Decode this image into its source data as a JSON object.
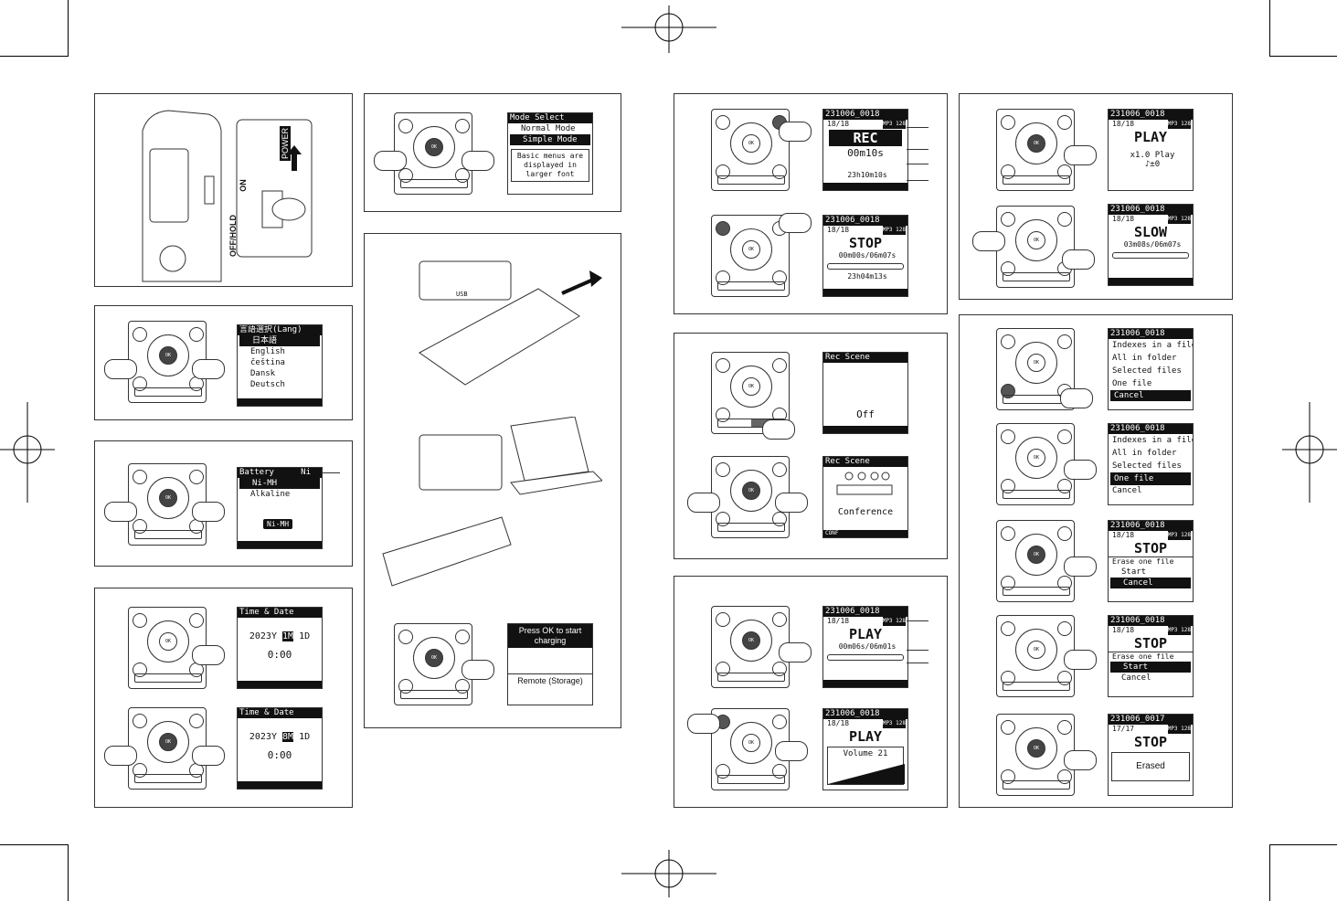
{
  "p_select": {
    "header": "Mode Select",
    "items": [
      "Normal Mode",
      "Simple Mode"
    ],
    "note": "Basic menus are displayed in larger font"
  },
  "p_lang": {
    "header": "言語選択(Lang)",
    "items": [
      "日本語",
      "English",
      "čeština",
      "Dansk",
      "Deutsch"
    ]
  },
  "p_battery": {
    "header": "Battery",
    "items": [
      "Ni-MH",
      "Alkaline"
    ],
    "badge": "Ni-MH",
    "tag": "Ni"
  },
  "p_time1": {
    "header": "Time & Date",
    "year": "2023Y",
    "month": "1M",
    "day": "1D",
    "time": "0:00"
  },
  "p_time2": {
    "header": "Time & Date",
    "year": "2023Y",
    "month": "8M",
    "day": "1D",
    "time": "0:00"
  },
  "power": {
    "power": "POWER",
    "on": "ON",
    "off_hold": "OFF/HOLD"
  },
  "usb": {
    "label": "USB",
    "charge": "Press OK to start charging",
    "remote": "Remote (Storage)"
  },
  "p_rec": {
    "file": "231006_0018",
    "count": "18/18",
    "fmt": "MP3 128",
    "status": "REC",
    "elapsed": "00m10s",
    "remain": "23h10m10s"
  },
  "p_stop": {
    "file": "231006_0018",
    "count": "18/18",
    "fmt": "MP3 128",
    "status": "STOP",
    "elapsed": "00m00s/06m07s",
    "remain": "23h04m13s"
  },
  "p_scene1": {
    "header": "Rec Scene",
    "value": "Off"
  },
  "p_scene2": {
    "header": "Rec Scene",
    "value": "Conference",
    "tag": "CONF"
  },
  "p_play1": {
    "file": "231006_0018",
    "count": "18/18",
    "fmt": "MP3 128",
    "status": "PLAY",
    "elapsed": "00m06s/06m01s"
  },
  "p_play2": {
    "file": "231006_0018",
    "count": "18/18",
    "fmt": "MP3 128",
    "status": "PLAY",
    "volume": "Volume 21"
  },
  "p_play3": {
    "file": "231006_0018",
    "count": "18/18",
    "fmt": "MP3 128",
    "status": "PLAY",
    "speed": "x1.0 Play",
    "pitch": "♪±0"
  },
  "p_slow": {
    "file": "231006_0018",
    "count": "18/18",
    "fmt": "MP3 128",
    "status": "SLOW",
    "elapsed": "03m08s/06m07s"
  },
  "p_erase1": {
    "file": "231006_0018",
    "items": [
      "Indexes in a file",
      "All in folder",
      "Selected files",
      "One file",
      "Cancel"
    ]
  },
  "p_erase2": {
    "file": "231006_0018",
    "items": [
      "Indexes in a file",
      "All in folder",
      "Selected files",
      "One file",
      "Cancel"
    ]
  },
  "p_erase3": {
    "file": "231006_0018",
    "count": "18/18",
    "fmt": "MP3 128",
    "status": "STOP",
    "title": "Erase one file",
    "items": [
      "Start",
      "Cancel"
    ]
  },
  "p_erase4": {
    "file": "231006_0018",
    "count": "18/18",
    "fmt": "MP3 128",
    "status": "STOP",
    "title": "Erase one file",
    "items": [
      "Start",
      "Cancel"
    ]
  },
  "p_erase5": {
    "file": "231006_0017",
    "count": "17/17",
    "fmt": "MP3 128",
    "status": "STOP",
    "msg": "Erased"
  }
}
